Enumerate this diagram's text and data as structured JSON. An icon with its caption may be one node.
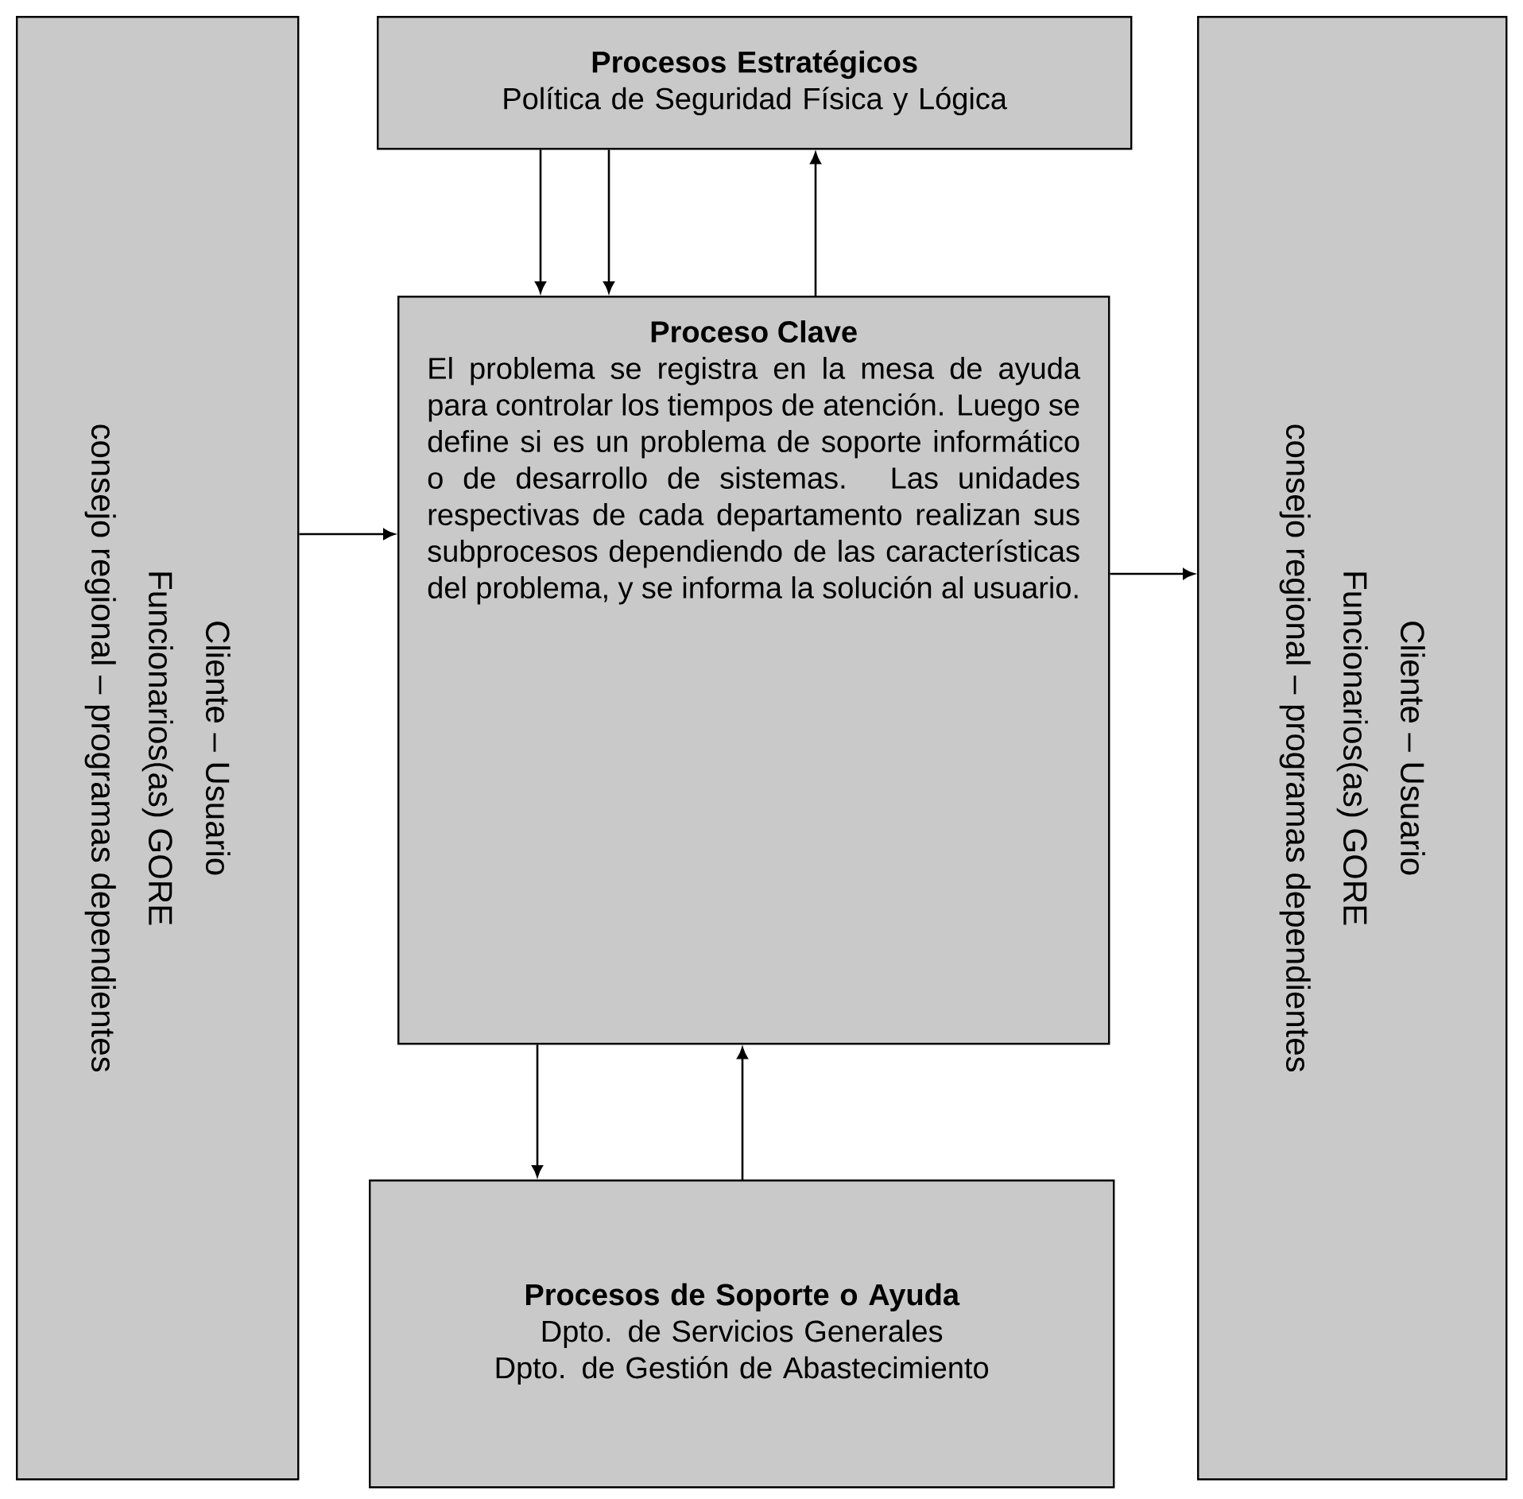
{
  "diagram": {
    "nodes": [
      {
        "text": [
          "Cliente – Usuario",
          "Funcionarios(as) GORE",
          "consejo regional – programas dependientes"
        ]
      },
      {
        "text": [
          "Procesos Estratégicos",
          "Política de Seguridad Física y Lógica"
        ]
      },
      {
        "text": [
          "Proceso Clave",
          "El problema se registra en la mesa de ayuda para controlar los tiempos de atención. Luego se define si es un problema de soporte informático o de desarrollo de sistemas. Las unidades respectivas de cada departamento realizan sus subprocesos dependiendo de las características del problema, y se informa la solución al usuario."
        ]
      },
      {
        "text": [
          "Cliente – Usuario",
          "Funcionarios(as) GORE",
          "consejo regional – programas dependientes"
        ]
      },
      {
        "text": [
          "Procesos de Soporte o Ayuda",
          "Dpto. de Servicios Generales",
          "Dpto. de Gestión de Abastecimiento"
        ]
      }
    ],
    "edges": [
      {
        "from": 0,
        "to": 2,
        "arrow": "to"
      },
      {
        "from": 1,
        "to": 2,
        "arrow": "to"
      },
      {
        "from": 1,
        "to": 2,
        "arrow": "to"
      },
      {
        "from": 2,
        "to": 1,
        "arrow": "to"
      },
      {
        "from": 2,
        "to": 3,
        "arrow": "to"
      },
      {
        "from": 2,
        "to": 4,
        "arrow": "to"
      },
      {
        "from": 4,
        "to": 2,
        "arrow": "to"
      }
    ]
  }
}
